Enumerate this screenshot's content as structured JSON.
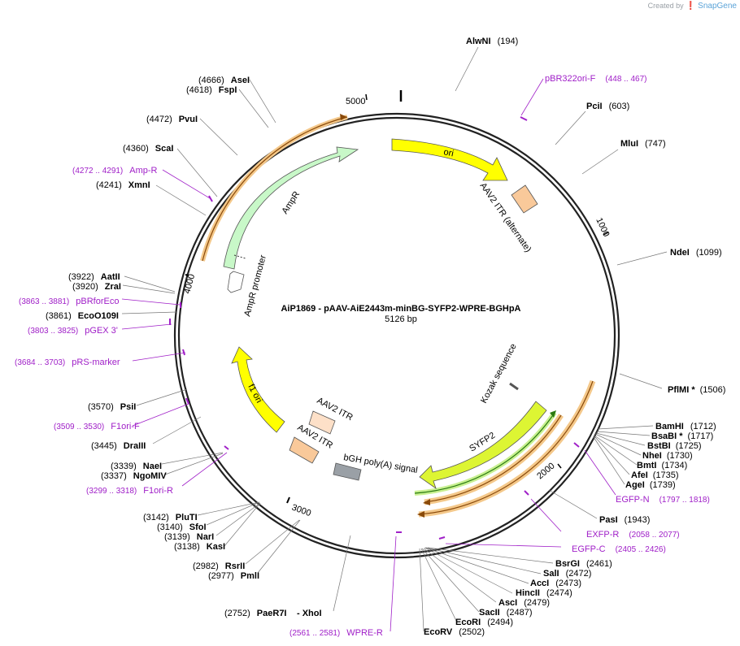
{
  "header": {
    "credit_text": "Created by",
    "brand": "SnapGene"
  },
  "plasmid": {
    "name": "AiP1869 - pAAV-AiE2443m-minBG-SYFP2-WPRE-BGHpA",
    "length_label": "5126 bp",
    "length": 5126
  },
  "ticks": [
    "1000",
    "2000",
    "3000",
    "4000",
    "5000"
  ],
  "sites": [
    {
      "name": "AlwNI",
      "pos": "(194)"
    },
    {
      "name": "PciI",
      "pos": "(603)"
    },
    {
      "name": "MluI",
      "pos": "(747)"
    },
    {
      "name": "NdeI",
      "pos": "(1099)"
    },
    {
      "name": "PflMI *",
      "pos": "(1506)"
    },
    {
      "name": "BamHI",
      "pos": "(1712)"
    },
    {
      "name": "BsaBI *",
      "pos": "(1717)"
    },
    {
      "name": "BstBI",
      "pos": "(1725)"
    },
    {
      "name": "NheI",
      "pos": "(1730)"
    },
    {
      "name": "BmtI",
      "pos": "(1734)"
    },
    {
      "name": "AfeI",
      "pos": "(1735)"
    },
    {
      "name": "AgeI",
      "pos": "(1739)"
    },
    {
      "name": "PasI",
      "pos": "(1943)"
    },
    {
      "name": "BsrGI",
      "pos": "(2461)"
    },
    {
      "name": "SalI",
      "pos": "(2472)"
    },
    {
      "name": "AccI",
      "pos": "(2473)"
    },
    {
      "name": "HincII",
      "pos": "(2474)"
    },
    {
      "name": "AscI",
      "pos": "(2479)"
    },
    {
      "name": "SacII",
      "pos": "(2487)"
    },
    {
      "name": "EcoRI",
      "pos": "(2494)"
    },
    {
      "name": "EcoRV",
      "pos": "(2502)"
    },
    {
      "name": "PaeR7I",
      "pos": "(2752)"
    },
    {
      "name": "- XhoI",
      "pos": ""
    },
    {
      "name": "PmlI",
      "pos": "(2977)"
    },
    {
      "name": "RsrII",
      "pos": "(2982)"
    },
    {
      "name": "KasI",
      "pos": "(3138)"
    },
    {
      "name": "NarI",
      "pos": "(3139)"
    },
    {
      "name": "SfoI",
      "pos": "(3140)"
    },
    {
      "name": "PluTI",
      "pos": "(3142)"
    },
    {
      "name": "NgoMIV",
      "pos": "(3337)"
    },
    {
      "name": "NaeI",
      "pos": "(3339)"
    },
    {
      "name": "DraIII",
      "pos": "(3445)"
    },
    {
      "name": "PsiI",
      "pos": "(3570)"
    },
    {
      "name": "EcoO109I",
      "pos": "(3861)"
    },
    {
      "name": "ZraI",
      "pos": "(3920)"
    },
    {
      "name": "AatII",
      "pos": "(3922)"
    },
    {
      "name": "XmnI",
      "pos": "(4241)"
    },
    {
      "name": "ScaI",
      "pos": "(4360)"
    },
    {
      "name": "PvuI",
      "pos": "(4472)"
    },
    {
      "name": "FspI",
      "pos": "(4618)"
    },
    {
      "name": "AseI",
      "pos": "(4666)"
    }
  ],
  "primers": [
    {
      "name": "pBR322ori-F",
      "range": "(448 .. 467)"
    },
    {
      "name": "EGFP-N",
      "range": "(1797 .. 1818)"
    },
    {
      "name": "EXFP-R",
      "range": "(2058 .. 2077)"
    },
    {
      "name": "EGFP-C",
      "range": "(2405 .. 2426)"
    },
    {
      "name": "WPRE-R",
      "range": "(2561 .. 2581)"
    },
    {
      "name": "F1ori-R",
      "range": "(3299 .. 3318)"
    },
    {
      "name": "F1ori-F",
      "range": "(3509 .. 3530)"
    },
    {
      "name": "pRS-marker",
      "range": "(3684 .. 3703)"
    },
    {
      "name": "pGEX 3'",
      "range": "(3803 .. 3825)"
    },
    {
      "name": "pBRforEco",
      "range": "(3863 .. 3881)"
    },
    {
      "name": "Amp-R",
      "range": "(4272 .. 4291)"
    }
  ],
  "features": [
    {
      "name": "ori"
    },
    {
      "name": "AAV2 ITR (alternate)"
    },
    {
      "name": "Kozak sequence"
    },
    {
      "name": "SYFP2"
    },
    {
      "name": "bGH poly(A) signal"
    },
    {
      "name": "AAV2 ITR"
    },
    {
      "name": "AAV2 ITR"
    },
    {
      "name": "f1 ori"
    },
    {
      "name": "AmpR promoter"
    },
    {
      "name": "AmpR"
    }
  ],
  "colors": {
    "primer": "#a020c8",
    "ori": "#ffff00",
    "itr": "#f9c99a",
    "itr_light": "#fde0c8",
    "syfp2": "#ddf533",
    "ampr": "#c8f8c8",
    "polya": "#9aa0a6",
    "orange_band": "#f4c88a"
  }
}
